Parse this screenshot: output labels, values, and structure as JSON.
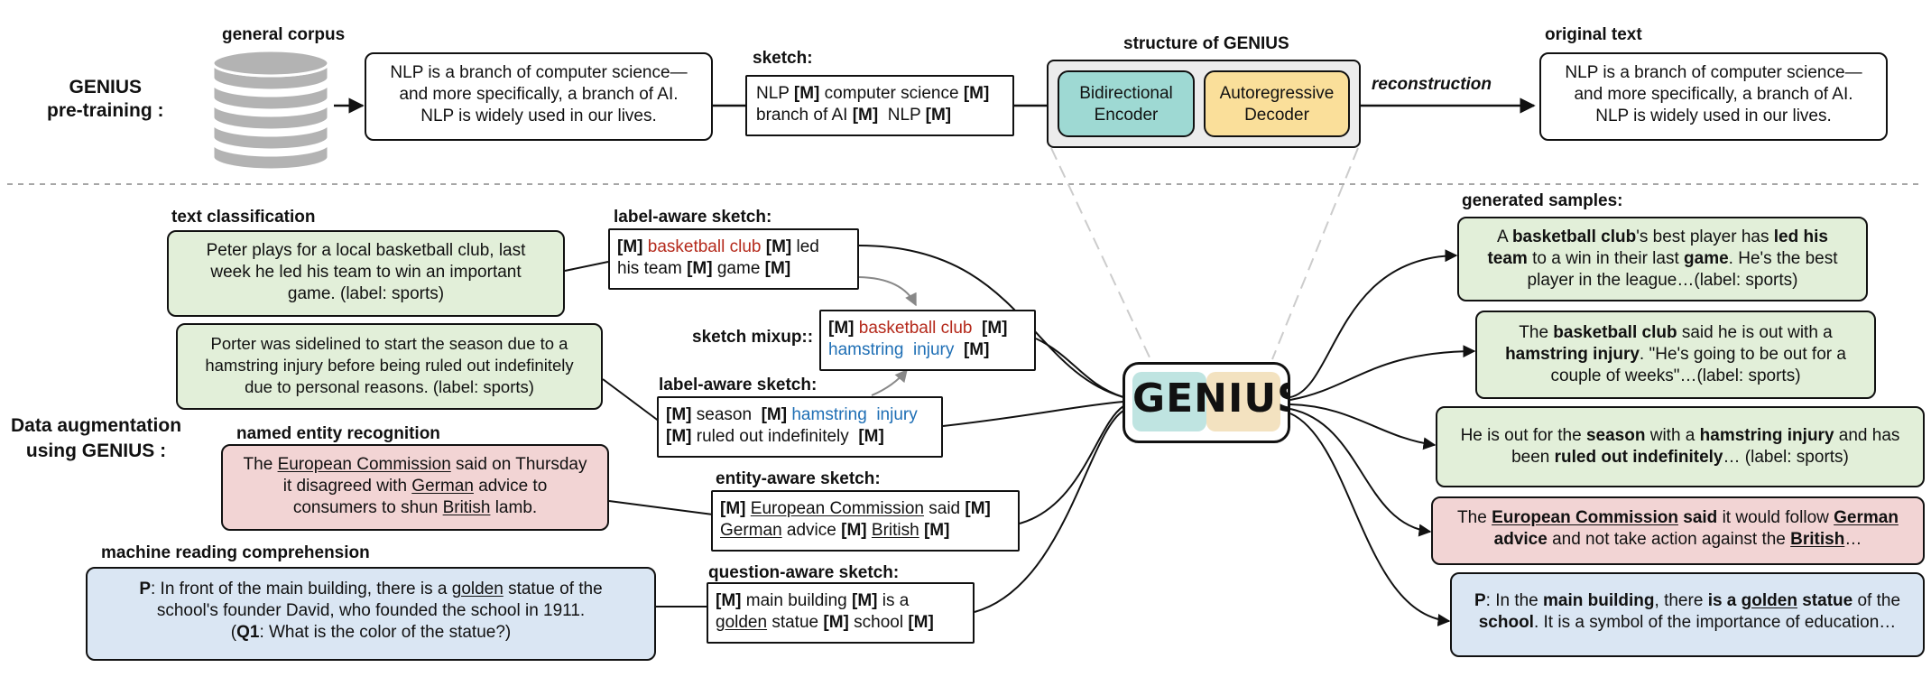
{
  "pretraining": {
    "title_line1": "GENIUS",
    "title_line2": "pre-training :",
    "corpus_label": "general corpus",
    "corpus_icon": "database-icon",
    "corpus_text": [
      "NLP is a branch of computer science—",
      "and more specifically, a branch of AI.",
      "NLP is widely used in our lives."
    ],
    "sketch_label": "sketch:",
    "sketch_line1": [
      "NLP ",
      "[M]",
      " computer science ",
      "[M]"
    ],
    "sketch_line2": [
      "branch of AI ",
      "[M]",
      "  NLP ",
      "[M]"
    ],
    "structure_label_prefix": "structure of ",
    "structure_label_bold": "GENIUS",
    "encoder": [
      "Bidirectional",
      "Encoder"
    ],
    "decoder": [
      "Autoregressive",
      "Decoder"
    ],
    "reconstruction_label": "reconstruction",
    "original_label": "original text",
    "original_text": [
      "NLP is a branch of computer science—",
      "and more specifically, a branch of AI.",
      "NLP is widely used in our lives."
    ]
  },
  "augmentation": {
    "title_line1": "Data augmentation",
    "title_line2_prefix": "using ",
    "title_line2_bold": "GENIUS",
    "title_line2_suffix": " :",
    "genius_logo": "GENIUS",
    "text_classification": {
      "label": "text classification",
      "input1": [
        "Peter plays for a local basketball club, last",
        "week he led his team to win an important",
        "game. (label: sports)"
      ],
      "sketch1_label": "label-aware sketch:",
      "sketch1_line1": [
        "[M]",
        " ",
        "basketball club",
        " ",
        "[M]",
        " led"
      ],
      "sketch1_line2": [
        "his team ",
        "[M]",
        " game ",
        "[M]"
      ],
      "input2": [
        "Porter was sidelined to start the season due to a",
        "hamstring injury before being ruled out indefinitely",
        "due to personal reasons. (label: sports)"
      ],
      "sketch2_label": "label-aware sketch:",
      "sketch2_line1": [
        "[M]",
        " season  ",
        "[M]",
        " ",
        "hamstring  injury"
      ],
      "sketch2_line2": [
        "[M]",
        " ruled out indefinitely  ",
        "[M]"
      ],
      "mixup_label": "sketch mixup::",
      "mixup_line1": [
        "[M]",
        " ",
        "basketball club",
        "  ",
        "[M]"
      ],
      "mixup_line2": [
        "hamstring  injury",
        "  ",
        "[M]"
      ]
    },
    "ner": {
      "label": "named entity recognition",
      "input": [
        "The ",
        "European Commission",
        " said on Thursday",
        "it disagreed with ",
        "German",
        " advice to",
        "consumers to shun ",
        "British",
        " lamb."
      ],
      "sketch_label": "entity-aware sketch:",
      "sketch_line1": [
        "[M]",
        " ",
        "European Commission",
        " said ",
        "[M]"
      ],
      "sketch_line2": [
        "German",
        " advice ",
        "[M]",
        " ",
        "British",
        " ",
        "[M]"
      ]
    },
    "mrc": {
      "label": "machine reading comprehension",
      "input_line1": [
        "P",
        ": In front of the main building, there is a ",
        "golden",
        " statue of the"
      ],
      "input_line2": "school's founder David, who founded the school in 1911.",
      "input_line3": [
        "(",
        "Q1",
        ": What is the color of the statue?)"
      ],
      "sketch_label": "question-aware sketch:",
      "sketch_line1": [
        "[M]",
        " main building ",
        "[M]",
        " is a"
      ],
      "sketch_line2": [
        "golden",
        " statue ",
        "[M]",
        " school ",
        "[M]"
      ]
    },
    "generated_label": "generated samples:",
    "samples": {
      "s1_line1": [
        "A ",
        "basketball club",
        "'s best player has ",
        "led his"
      ],
      "s1_line2": [
        "team",
        " to a win in their last ",
        "game",
        ". He's the best"
      ],
      "s1_line3": "player in the league…(label: sports)",
      "s2_line1": [
        "The ",
        "basketball club",
        " said he is out with a"
      ],
      "s2_line2": [
        "hamstring injury",
        ". \"He's going to be out for a"
      ],
      "s2_line3": "couple of weeks\"…(label: sports)",
      "s3_line1": [
        "He is out for the ",
        "season",
        " with a ",
        "hamstring injury",
        " and has"
      ],
      "s3_line2": [
        "been ",
        "ruled out indefinitely",
        "… (label: sports)"
      ],
      "s4_line1": [
        "The ",
        "European Commission",
        " ",
        "said",
        " it would follow ",
        "German"
      ],
      "s4_line2": [
        "advice",
        " and not take action against the ",
        "British",
        "…"
      ],
      "s5_line1": [
        "P",
        ": In the ",
        "main building",
        ", there ",
        "is a ",
        "golden",
        " ",
        "statue",
        " of the"
      ],
      "s5_line2": [
        "school",
        ". It is a symbol of the importance of education…"
      ]
    }
  }
}
